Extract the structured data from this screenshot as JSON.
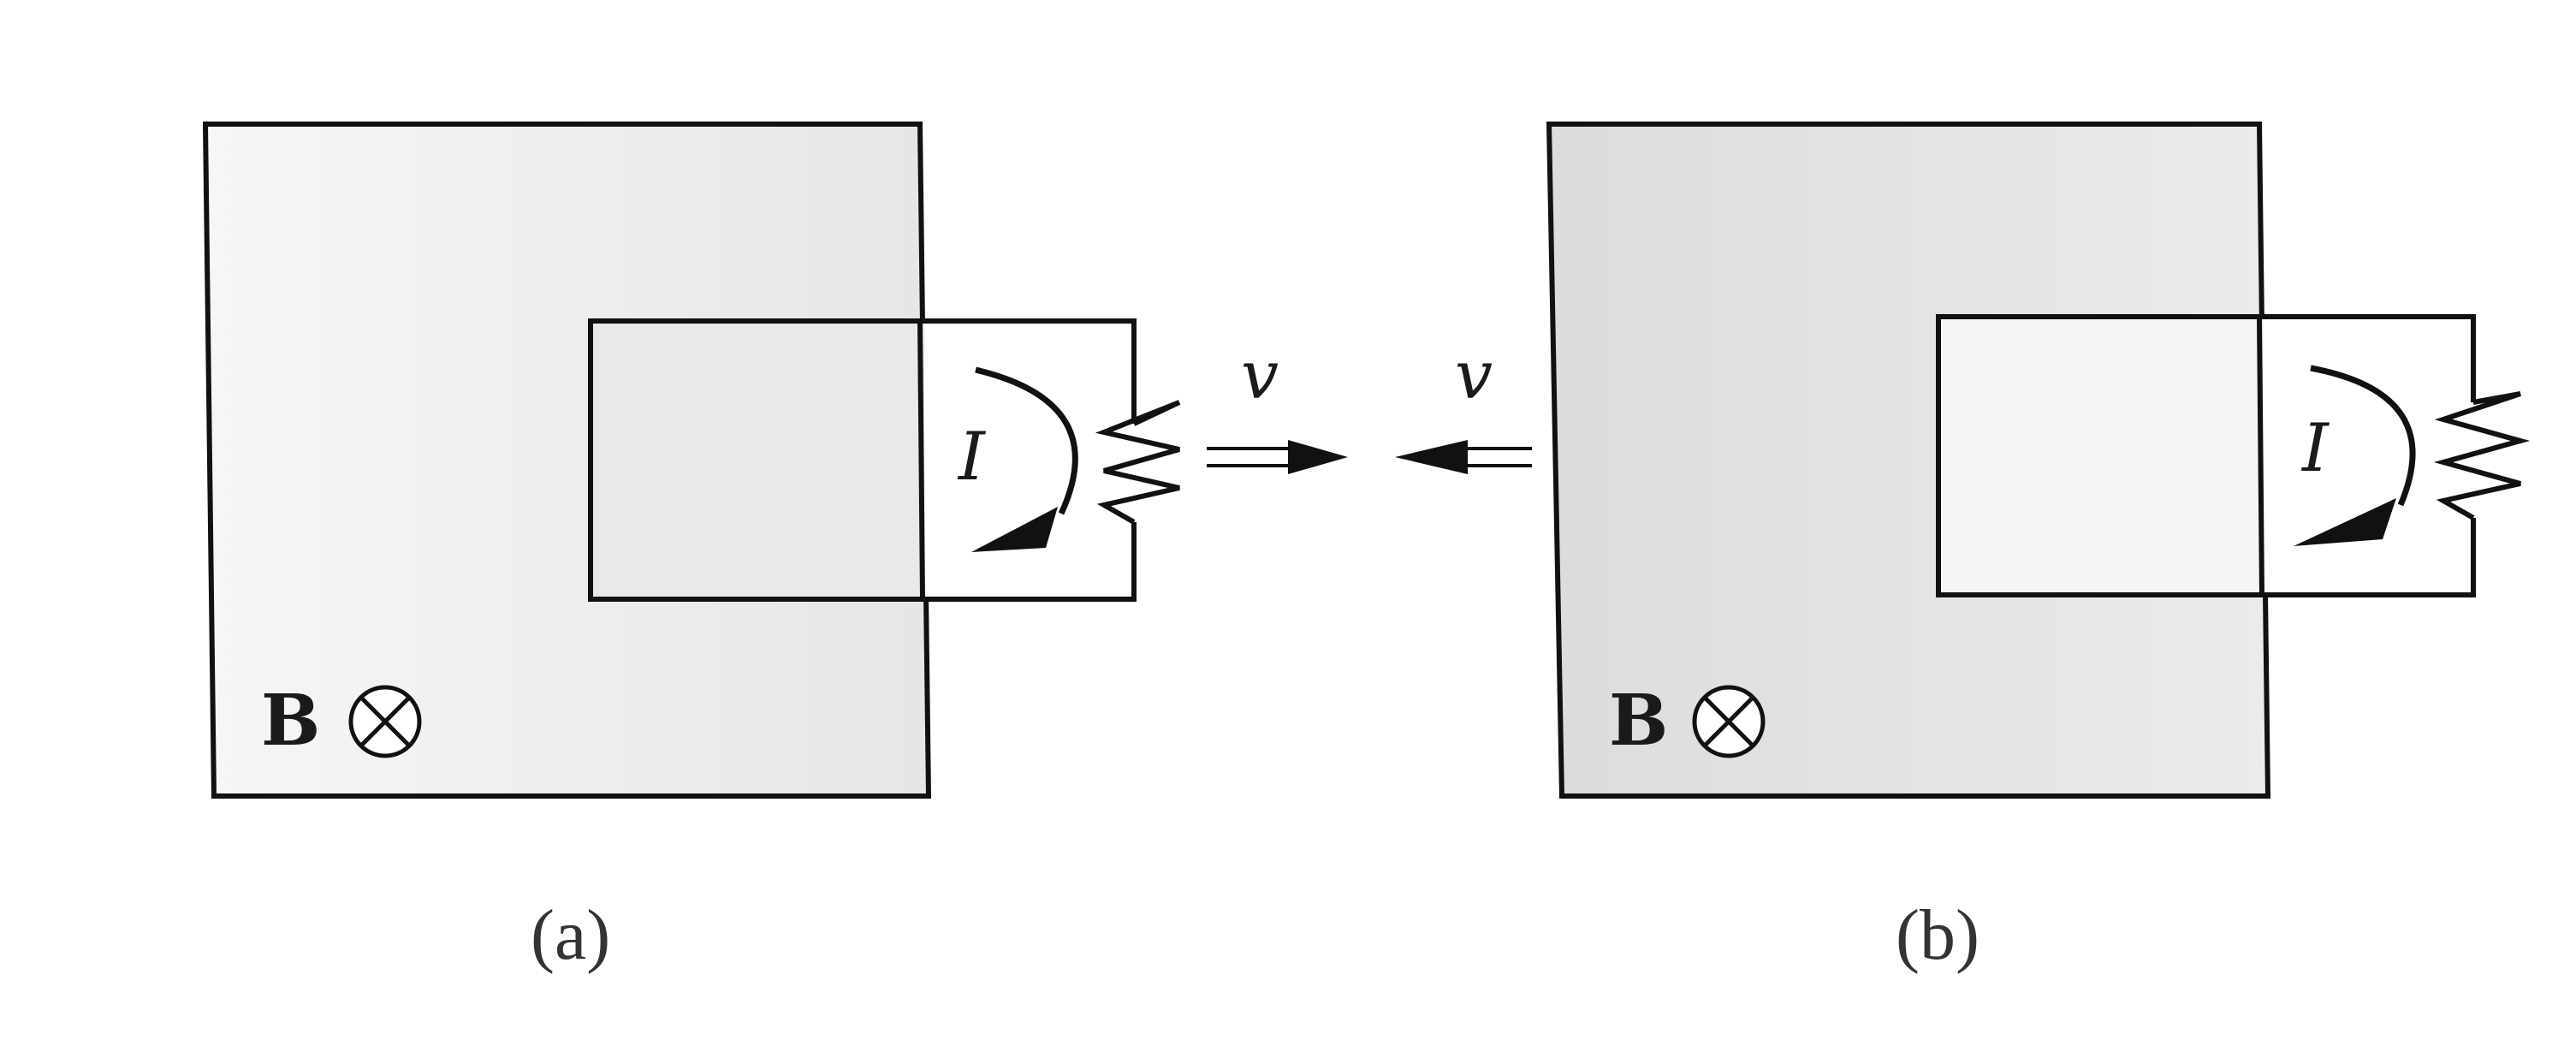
{
  "panels": [
    {
      "id": "a",
      "caption": "(a)",
      "field_label": "B",
      "current_label": "I",
      "velocity_label": "v"
    },
    {
      "id": "b",
      "caption": "(b)",
      "field_label": "B",
      "current_label": "I",
      "velocity_label": "v"
    }
  ],
  "colors": {
    "field_region_a": "#f1f1f1",
    "field_region_b": "#e4e4e4",
    "loop_fill": "#ececec",
    "line": "#111111"
  },
  "icons": [
    "field-into-page-icon",
    "resistor-icon",
    "current-arrow-icon",
    "double-arrow-icon"
  ]
}
